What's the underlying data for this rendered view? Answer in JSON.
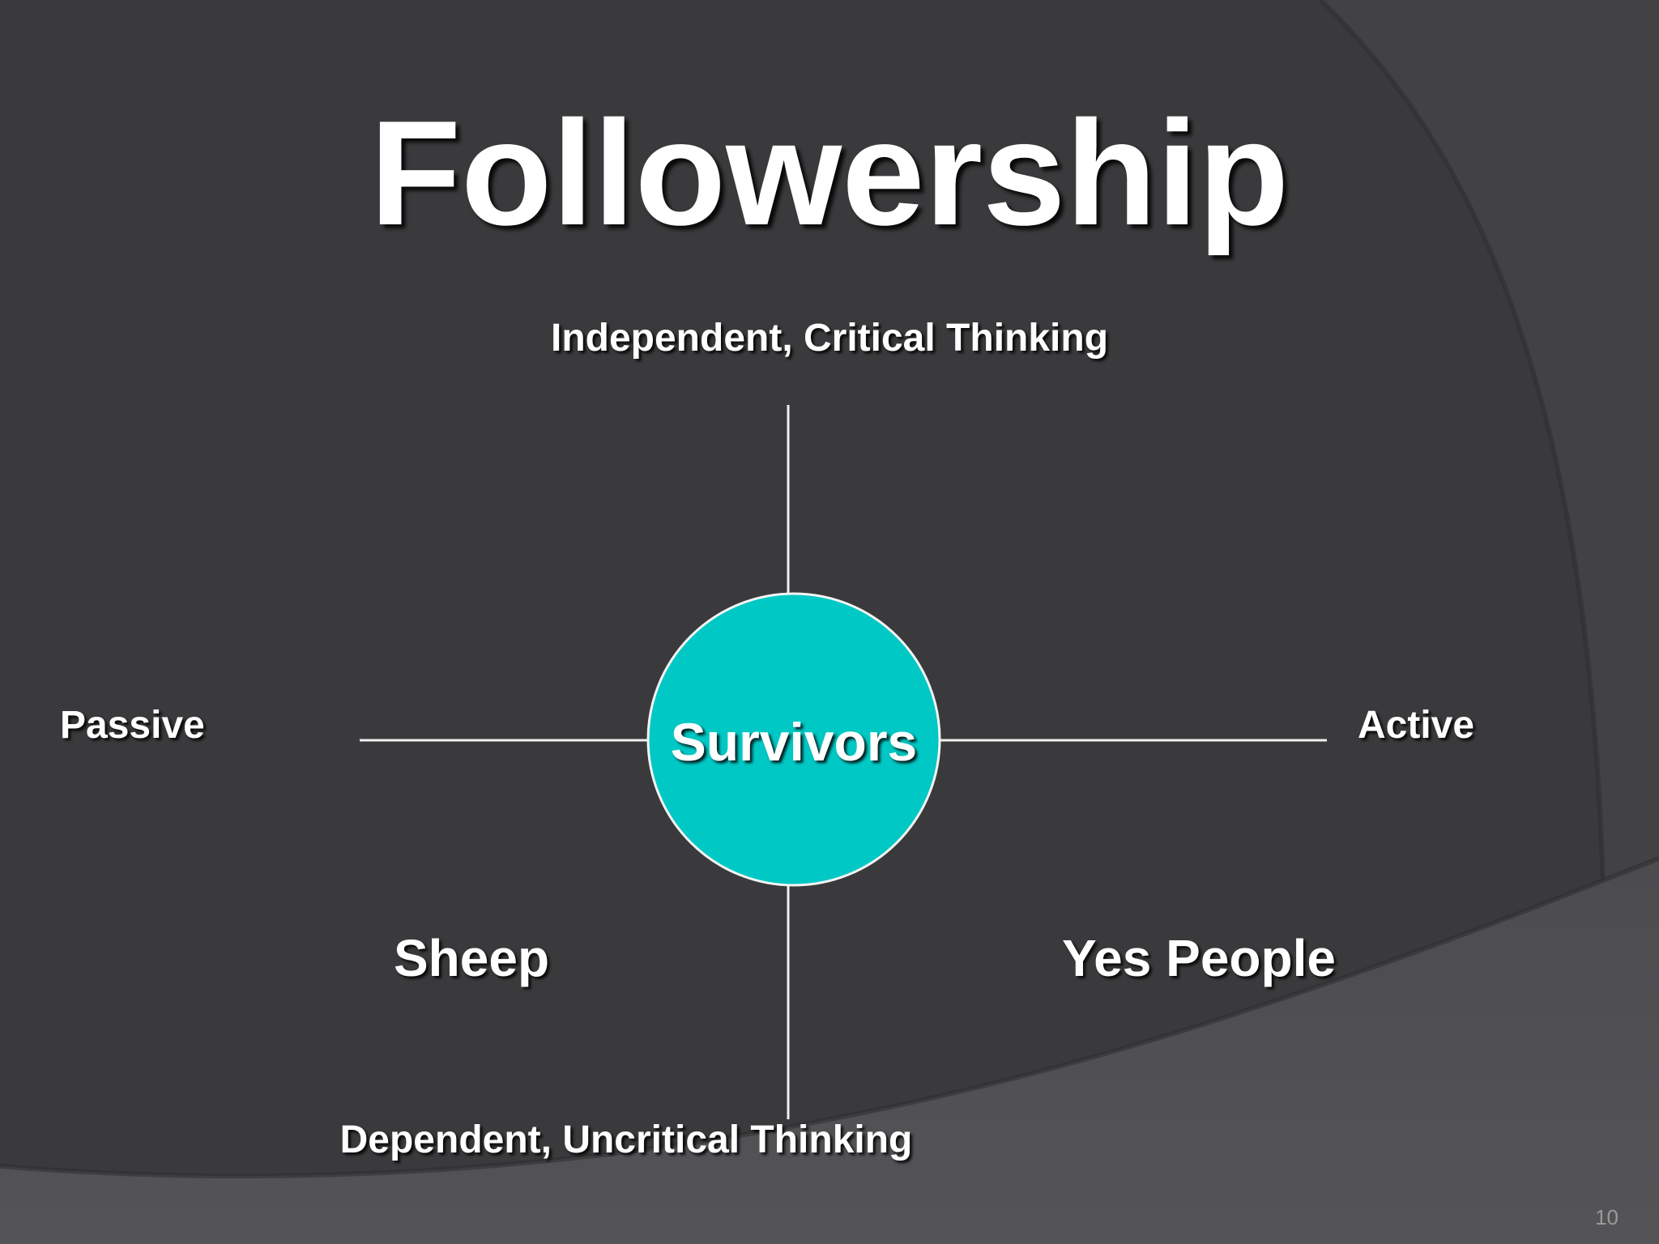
{
  "slide": {
    "title": "Followership",
    "page_number": "10"
  },
  "diagram": {
    "axis_top": "Independent, Critical Thinking",
    "axis_bottom": "Dependent, Uncritical Thinking",
    "axis_left": "Passive",
    "axis_right": "Active",
    "quadrant_bottom_left": "Sheep",
    "quadrant_bottom_right": "Yes People",
    "center": "Survivors"
  },
  "colors": {
    "background": "#3a3a3c",
    "background_arc": "#424244",
    "background_band": "#525255",
    "text": "#ffffff",
    "center_circle": "#00c8c4",
    "axis_lines": "#f0f0f0",
    "page_number": "#9a9a9a"
  }
}
